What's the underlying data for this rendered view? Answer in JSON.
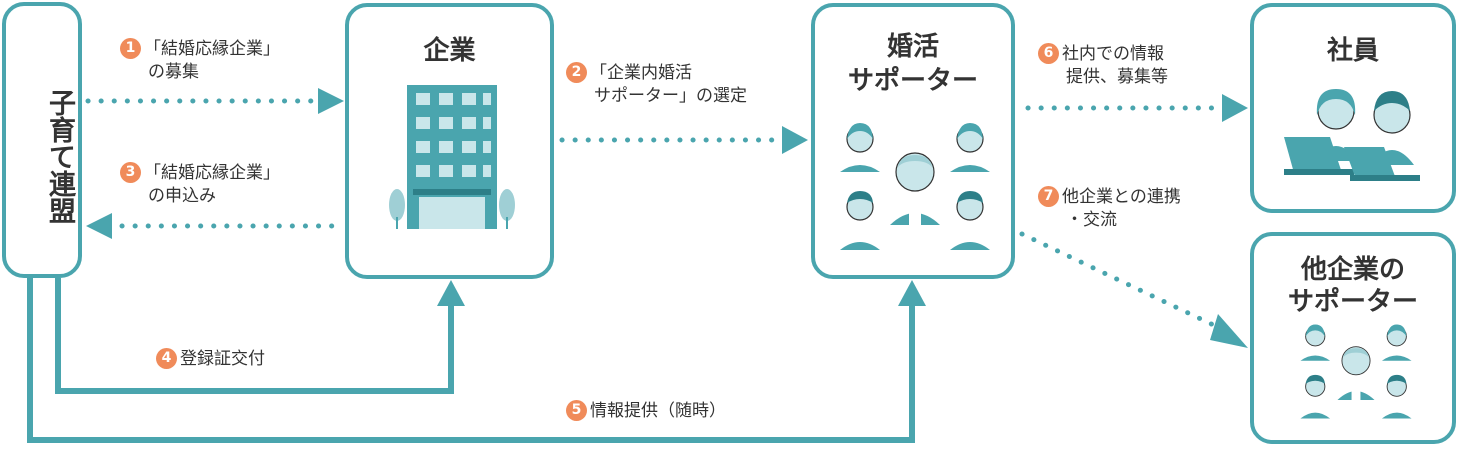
{
  "nodes": {
    "federation": "子育て連盟",
    "company": "企業",
    "supporter": [
      "婚活",
      "サポーター"
    ],
    "employee": "社員",
    "other_supporter": [
      "他企業の",
      "サポーター"
    ]
  },
  "steps": [
    {
      "num": "1",
      "lines": [
        "「結婚応縁企業」",
        "の募集"
      ]
    },
    {
      "num": "2",
      "lines": [
        "「企業内婚活",
        "サポーター」の選定"
      ]
    },
    {
      "num": "3",
      "lines": [
        "「結婚応縁企業」",
        "の申込み"
      ]
    },
    {
      "num": "4",
      "lines": [
        "登録証交付"
      ]
    },
    {
      "num": "5",
      "lines": [
        "情報提供（随時）"
      ]
    },
    {
      "num": "6",
      "lines": [
        "社内での情報",
        "提供、募集等"
      ]
    },
    {
      "num": "7",
      "lines": [
        "他企業との連携",
        "・交流"
      ]
    }
  ],
  "colors": {
    "primary": "#4aa5ae",
    "badge": "#f08b5a",
    "text": "#333333",
    "icon_light": "#c9e6ea"
  }
}
